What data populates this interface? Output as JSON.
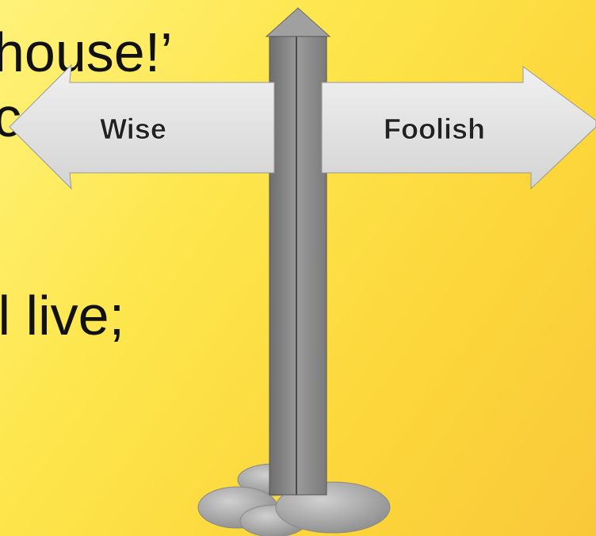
{
  "text_lines": {
    "line1": "house!’",
    "line2": "c",
    "line3": "ll live;"
  },
  "sign": {
    "left_label": "Wise",
    "right_label": "Foolish"
  },
  "colors": {
    "background_top": "#fff27a",
    "background_bottom": "#f9c83a",
    "arrow_fill": "#e4e4e4",
    "post_fill": "#8c8c8c",
    "stone_fill": "#b8b8b8"
  }
}
